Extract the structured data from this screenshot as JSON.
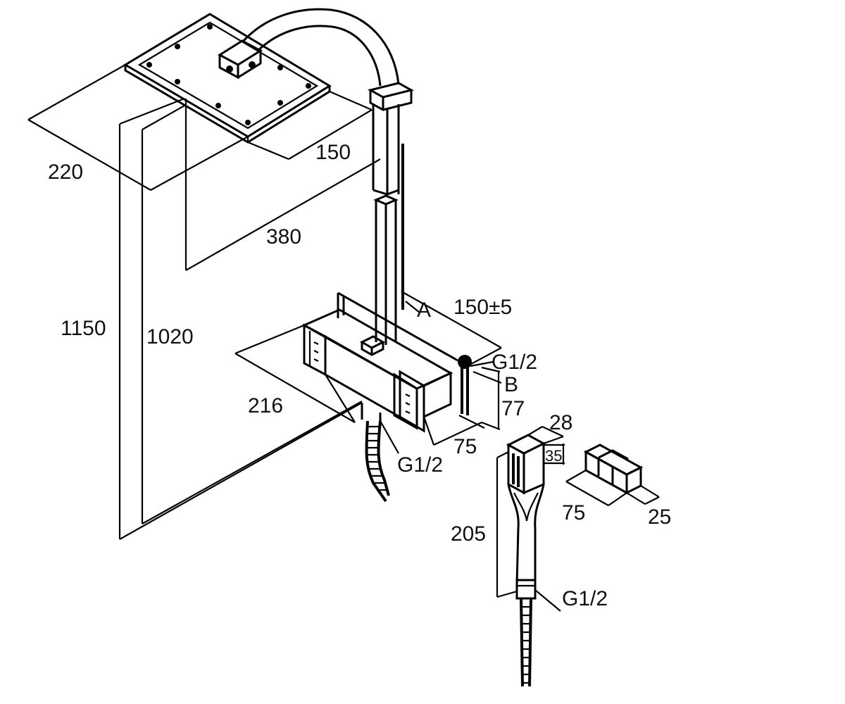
{
  "diagram": {
    "labels": {
      "dim_220": "220",
      "dim_150_head": "150",
      "dim_380": "380",
      "dim_1150": "1150",
      "dim_1020": "1020",
      "dim_150_tol": "150±5",
      "point_a": "A",
      "point_b": "B",
      "thread_right": "G1/2",
      "thread_bottom": "G1/2",
      "thread_hand": "G1/2",
      "dim_77": "77",
      "dim_75_body": "75",
      "dim_216": "216",
      "dim_28": "28",
      "dim_35": "35",
      "dim_205": "205",
      "dim_75_holder": "75",
      "dim_25": "25"
    }
  }
}
